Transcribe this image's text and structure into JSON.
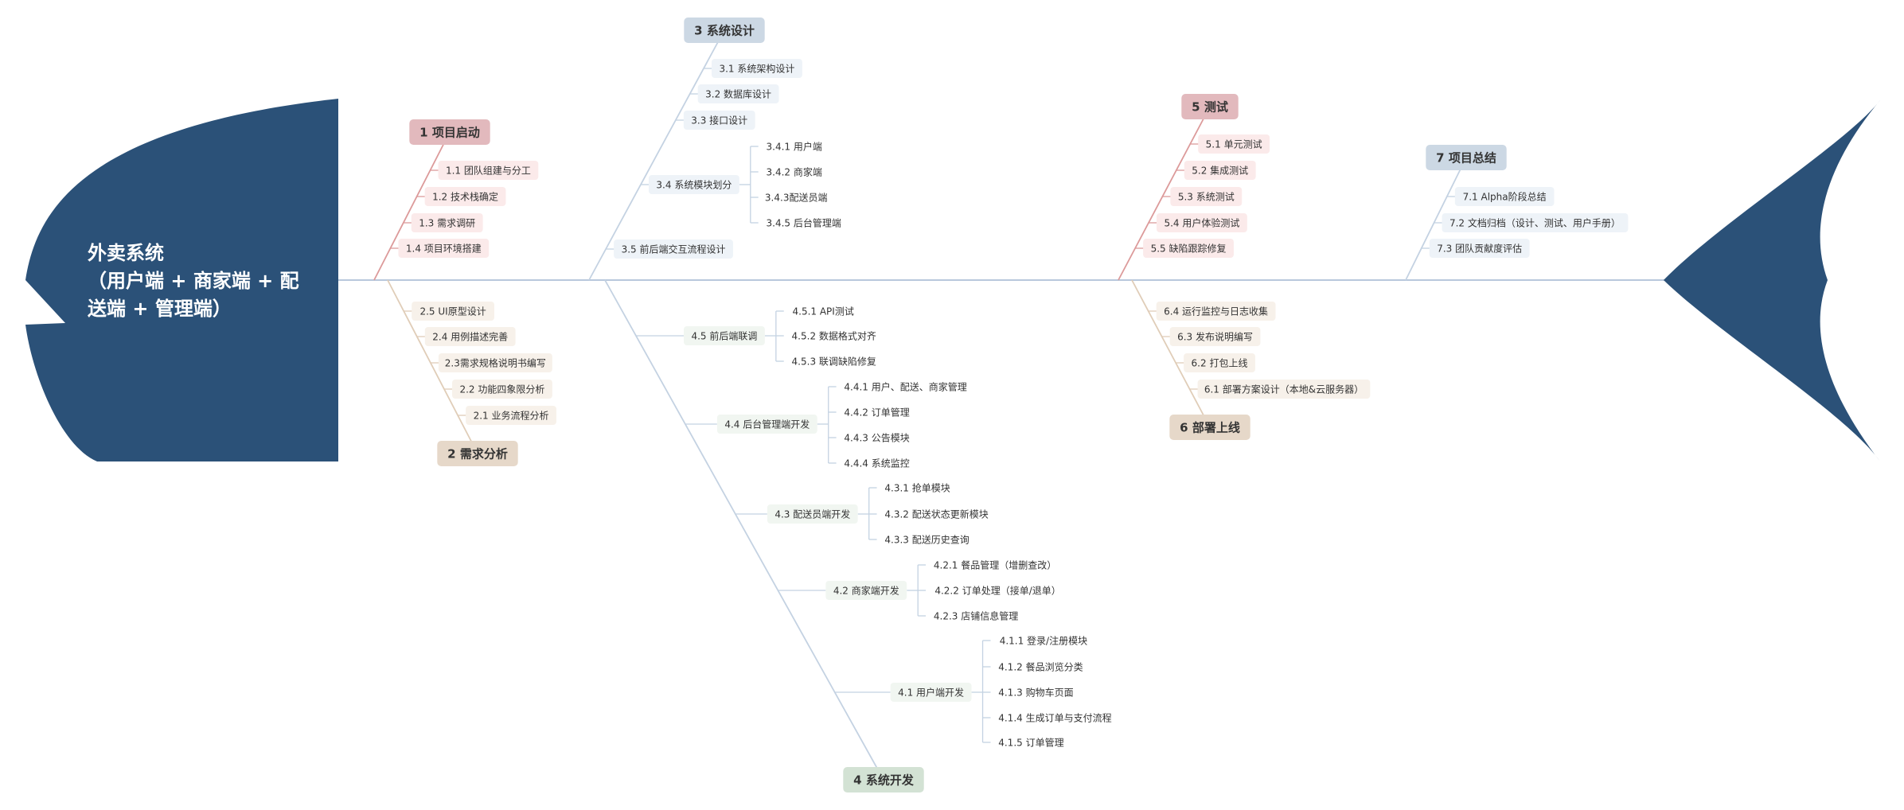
{
  "title": "外卖系统\n（用户端 + 商家端 + 配送端 + 管理端）",
  "title_lines": [
    "外卖系统",
    "（用户端 + 商家端 + 配",
    "送端 + 管理端）"
  ],
  "colors": {
    "head": "#2b5178",
    "spine": "#b8c8dc",
    "cat1_fill": "#e2b9bd",
    "cat1_line": "#dc9a9a",
    "cat1_sub": "#fbeaea",
    "cat2_fill": "#e6d8c9",
    "cat2_line": "#e0cdb8",
    "cat2_sub": "#f7f1ea",
    "cat3_fill": "#ccd8e4",
    "cat3_line": "#c4d2e2",
    "cat3_sub": "#eef3f8",
    "cat4_fill": "#d3e2d4",
    "cat4_line": "#c4d2e2",
    "cat4_sub": "#f1f6f1",
    "cat5_fill": "#e2b9bd",
    "cat5_line": "#dc9a9a",
    "cat5_sub": "#fbeaea",
    "cat6_fill": "#e6d8c9",
    "cat6_line": "#e0cdb8",
    "cat6_sub": "#f7f1ea",
    "cat7_fill": "#ccd8e4",
    "cat7_line": "#c4d2e2",
    "cat7_sub": "#eef3f8"
  },
  "categories": [
    {
      "id": "c1",
      "label": "1 项目启动",
      "children": [
        {
          "label": "1.1 团队组建与分工"
        },
        {
          "label": "1.2 技术栈确定"
        },
        {
          "label": "1.3 需求调研"
        },
        {
          "label": "1.4 项目环境搭建"
        }
      ]
    },
    {
      "id": "c2",
      "label": "2 需求分析",
      "children": [
        {
          "label": "2.5 UI原型设计"
        },
        {
          "label": "2.4 用例描述完善"
        },
        {
          "label": "2.3需求规格说明书编写"
        },
        {
          "label": "2.2 功能四象限分析"
        },
        {
          "label": "2.1 业务流程分析"
        }
      ]
    },
    {
      "id": "c3",
      "label": "3 系统设计",
      "children": [
        {
          "label": "3.1 系统架构设计"
        },
        {
          "label": "3.2 数据库设计"
        },
        {
          "label": "3.3 接口设计"
        },
        {
          "label": "3.4 系统模块划分",
          "children": [
            {
              "label": "3.4.1 用户端"
            },
            {
              "label": "3.4.2 商家端"
            },
            {
              "label": "3.4.3配送员端"
            },
            {
              "label": "3.4.5 后台管理端"
            }
          ]
        },
        {
          "label": "3.5 前后端交互流程设计"
        }
      ]
    },
    {
      "id": "c4",
      "label": "4 系统开发",
      "children": [
        {
          "label": "4.5 前后端联调",
          "children": [
            {
              "label": "4.5.1 API测试"
            },
            {
              "label": "4.5.2 数据格式对齐"
            },
            {
              "label": "4.5.3 联调缺陷修复"
            }
          ]
        },
        {
          "label": "4.4 后台管理端开发",
          "children": [
            {
              "label": "4.4.1 用户、配送、商家管理"
            },
            {
              "label": "4.4.2 订单管理"
            },
            {
              "label": "4.4.3 公告模块"
            },
            {
              "label": "4.4.4 系统监控"
            }
          ]
        },
        {
          "label": "4.3 配送员端开发",
          "children": [
            {
              "label": "4.3.1 抢单模块"
            },
            {
              "label": "4.3.2 配送状态更新模块"
            },
            {
              "label": "4.3.3 配送历史查询"
            }
          ]
        },
        {
          "label": "4.2 商家端开发",
          "children": [
            {
              "label": "4.2.1 餐品管理（增删查改）"
            },
            {
              "label": "4.2.2 订单处理（接单/退单）"
            },
            {
              "label": "4.2.3 店铺信息管理"
            }
          ]
        },
        {
          "label": "4.1 用户端开发",
          "children": [
            {
              "label": "4.1.1 登录/注册模块"
            },
            {
              "label": "4.1.2 餐品浏览分类"
            },
            {
              "label": "4.1.3 购物车页面"
            },
            {
              "label": "4.1.4 生成订单与支付流程"
            },
            {
              "label": "4.1.5 订单管理"
            }
          ]
        }
      ]
    },
    {
      "id": "c5",
      "label": "5 测试",
      "children": [
        {
          "label": "5.1 单元测试"
        },
        {
          "label": "5.2 集成测试"
        },
        {
          "label": "5.3 系统测试"
        },
        {
          "label": "5.4 用户体验测试"
        },
        {
          "label": "5.5 缺陷跟踪修复"
        }
      ]
    },
    {
      "id": "c6",
      "label": "6 部署上线",
      "children": [
        {
          "label": "6.4 运行监控与日志收集"
        },
        {
          "label": "6.3 发布说明编写"
        },
        {
          "label": "6.2 打包上线"
        },
        {
          "label": "6.1 部署方案设计（本地&云服务器）"
        }
      ]
    },
    {
      "id": "c7",
      "label": "7 项目总结",
      "children": [
        {
          "label": "7.1 Alpha阶段总结"
        },
        {
          "label": "7.2 文档归档（设计、测试、用户手册）"
        },
        {
          "label": "7.3 团队贡献度评估"
        }
      ]
    }
  ]
}
